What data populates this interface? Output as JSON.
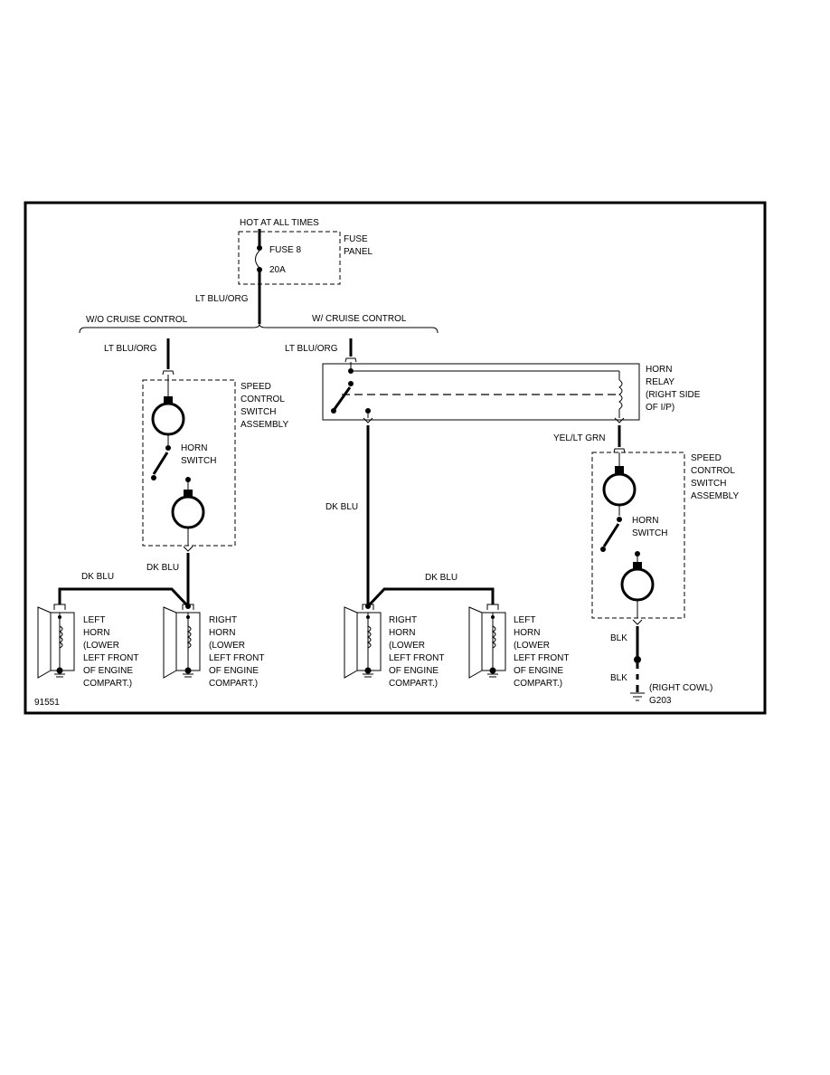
{
  "fuse": {
    "hot_label": "HOT AT ALL TIMES",
    "fuse_label": "FUSE 8",
    "rating": "20A",
    "panel_line1": "FUSE",
    "panel_line2": "PANEL"
  },
  "wires": {
    "main": "LT BLU/ORG",
    "wo_cruise": "W/O CRUISE CONTROL",
    "w_cruise": "W/ CRUISE CONTROL",
    "left_feed": "LT BLU/ORG",
    "right_feed": "LT BLU/ORG",
    "dk_blu_left_top": "DK BLU",
    "dk_blu_left_bottom": "DK BLU",
    "dk_blu_mid_vertical": "DK BLU",
    "dk_blu_mid_horizontal": "DK BLU",
    "yel_lt_grn": "YEL/LT GRN",
    "blk_1": "BLK",
    "blk_2": "BLK"
  },
  "speed_control_left": {
    "lines": [
      "SPEED",
      "CONTROL",
      "SWITCH",
      "ASSEMBLY"
    ],
    "horn_switch": [
      "HORN",
      "SWITCH"
    ]
  },
  "speed_control_right": {
    "lines": [
      "SPEED",
      "CONTROL",
      "SWITCH",
      "ASSEMBLY"
    ],
    "horn_switch": [
      "HORN",
      "SWITCH"
    ]
  },
  "relay": {
    "lines": [
      "HORN",
      "RELAY",
      "(RIGHT SIDE",
      "OF I/P)"
    ]
  },
  "horns": [
    {
      "lines": [
        "LEFT",
        "HORN",
        "(LOWER",
        "LEFT FRONT",
        "OF ENGINE",
        "COMPART.)"
      ]
    },
    {
      "lines": [
        "RIGHT",
        "HORN",
        "(LOWER",
        "LEFT FRONT",
        "OF ENGINE",
        "COMPART.)"
      ]
    },
    {
      "lines": [
        "RIGHT",
        "HORN",
        "(LOWER",
        "LEFT FRONT",
        "OF ENGINE",
        "COMPART.)"
      ]
    },
    {
      "lines": [
        "LEFT",
        "HORN",
        "(LOWER",
        "LEFT FRONT",
        "OF ENGINE",
        "COMPART.)"
      ]
    }
  ],
  "ground": {
    "location": "(RIGHT COWL)",
    "id": "G203"
  },
  "figure_id": "91551"
}
